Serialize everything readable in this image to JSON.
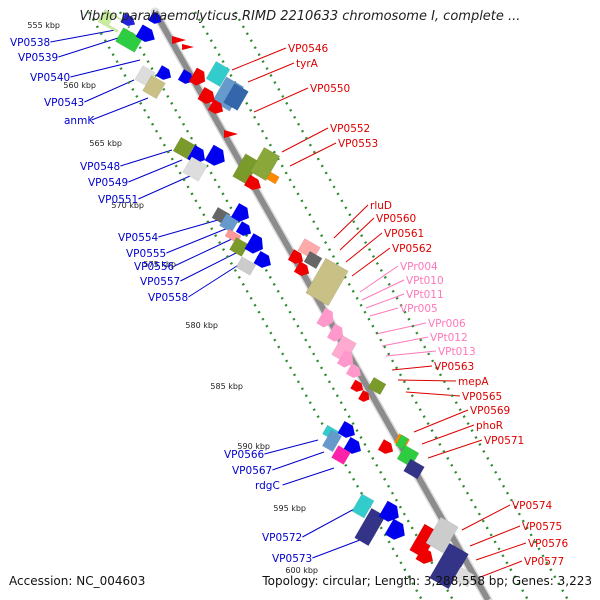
{
  "header": {
    "title": "Vibrio parahaemolyticus RIMD 2210633 chromosome I, complete ..."
  },
  "footer": {
    "accession": "Accession: NC_004603",
    "summary": "Topology: circular; Length: 3,288,558 bp; Genes: 3,223"
  },
  "colors": {
    "backbone": "#8c8c8c",
    "track_dots": "#2e8b2e",
    "label_left": "#0000cc",
    "label_right": "#dd0000",
    "label_rna": "#ff77bb"
  },
  "ticks": [
    "555 kbp",
    "560 kbp",
    "565 kbp",
    "570 kbp",
    "575 kbp",
    "580 kbp",
    "585 kbp",
    "590 kbp",
    "595 kbp",
    "600 kbp"
  ],
  "left_labels": [
    "VP0538",
    "VP0539",
    "VP0540",
    "VP0543",
    "anmK",
    "VP0548",
    "VP0549",
    "VP0551",
    "VP0554",
    "VP0555",
    "VP0556",
    "VP0557",
    "VP0558",
    "VP0566",
    "VP0567",
    "rdgC",
    "VP0572",
    "VP0573"
  ],
  "right_labels": [
    "VP0546",
    "tyrA",
    "VP0550",
    "VP0552",
    "VP0553",
    "rluD",
    "VP0560",
    "VP0561",
    "VP0562",
    "VPr004",
    "VPt010",
    "VPt011",
    "VPr005",
    "VPr006",
    "VPt012",
    "VPt013",
    "VP0563",
    "mepA",
    "VP0565",
    "VP0569",
    "phoR",
    "VP0571",
    "VP0574",
    "VP0575",
    "VP0576",
    "VP0577"
  ],
  "rna_labels": [
    "VPr004",
    "VPt010",
    "VPt011",
    "VPr005",
    "VPr006",
    "VPt012",
    "VPt013"
  ]
}
